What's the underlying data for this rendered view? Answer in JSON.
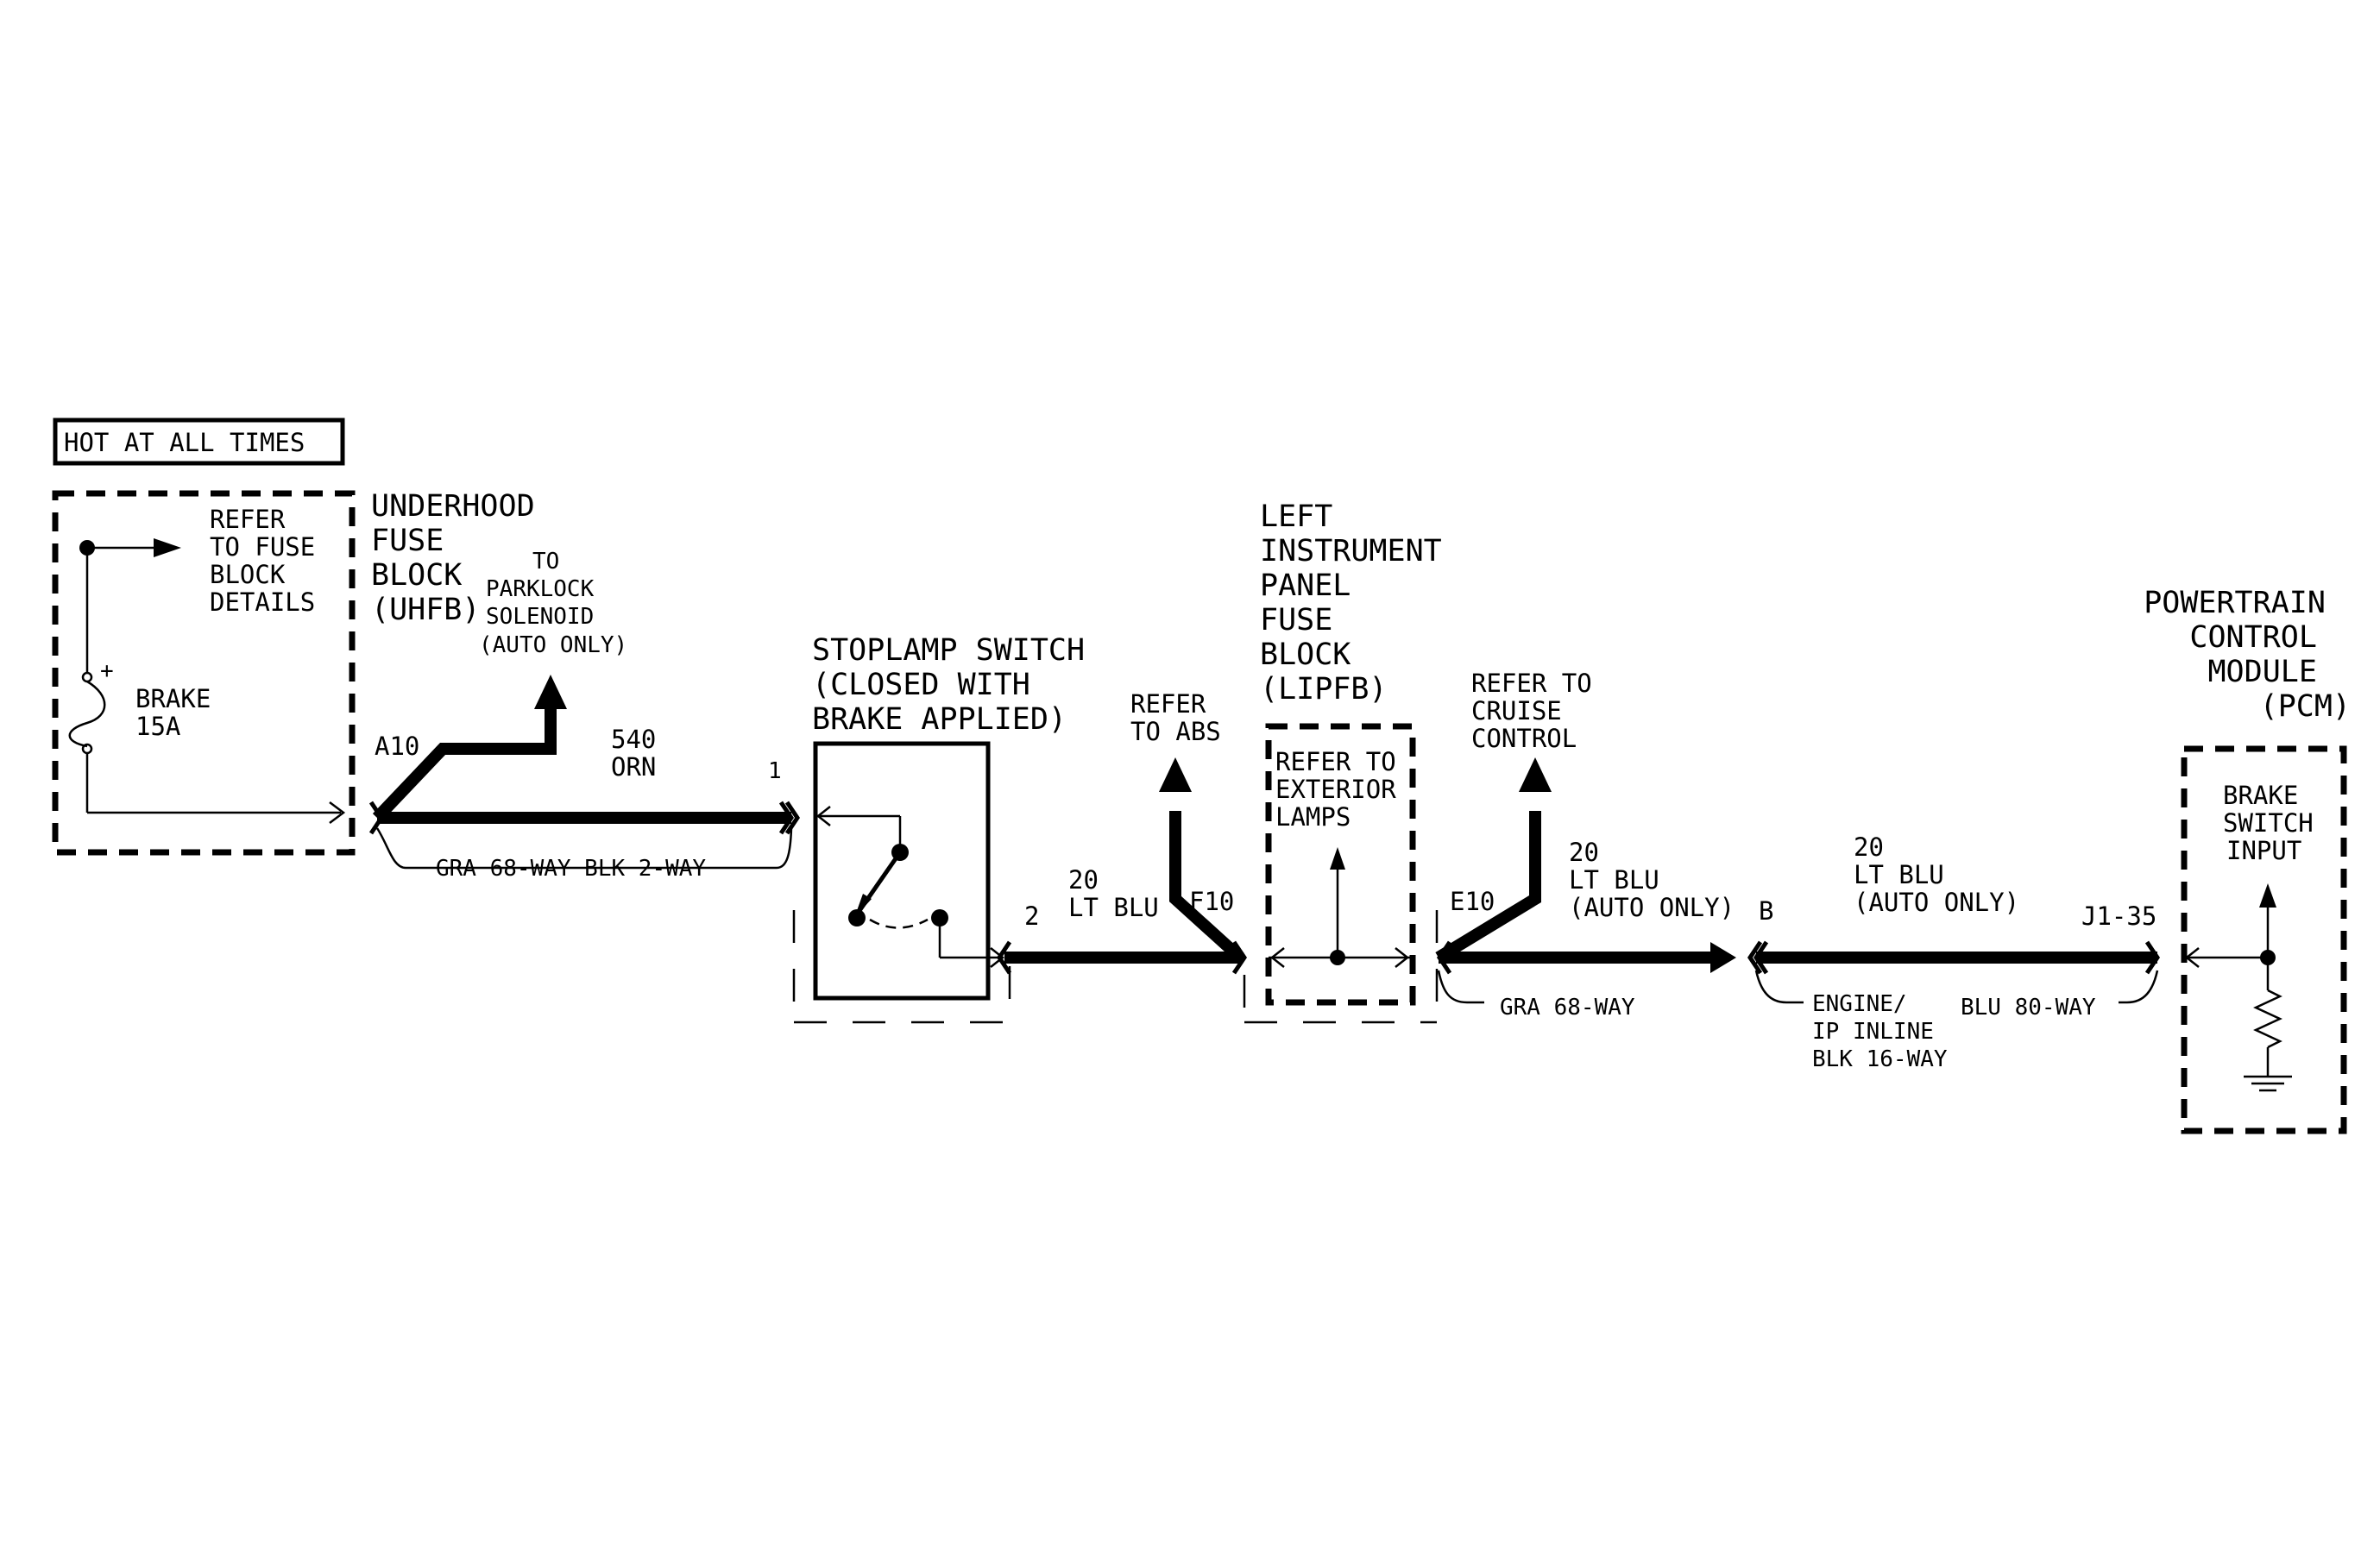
{
  "header": {
    "hot_label": "HOT AT ALL TIMES"
  },
  "uhfb": {
    "title_lines": [
      "UNDERHOOD",
      "FUSE",
      "BLOCK",
      "(UHFB)"
    ],
    "refer_lines": [
      "REFER",
      "TO FUSE",
      "BLOCK",
      "DETAILS"
    ],
    "fuse_name": "BRAKE",
    "fuse_rating": "15A",
    "fuse_polarity": "+",
    "terminal": "A10"
  },
  "parklock": {
    "lines": [
      "TO",
      "PARKLOCK",
      "SOLENOID",
      "(AUTO ONLY)"
    ]
  },
  "wire_540": {
    "circuit": "540",
    "color": "ORN"
  },
  "connector_1": {
    "label": "GRA 68-WAY BLK 2-WAY"
  },
  "stoplamp": {
    "title_lines": [
      "STOPLAMP SWITCH",
      "(CLOSED WITH",
      "BRAKE APPLIED)"
    ],
    "pin_in": "1",
    "pin_out": "2"
  },
  "wire_20_a": {
    "circuit": "20",
    "color": "LT BLU"
  },
  "abs": {
    "lines": [
      "REFER",
      "TO ABS"
    ]
  },
  "lipfb": {
    "title_lines": [
      "LEFT",
      "INSTRUMENT",
      "PANEL",
      "FUSE",
      "BLOCK",
      "(LIPFB)"
    ],
    "refer_lines": [
      "REFER TO",
      "EXTERIOR",
      "LAMPS"
    ],
    "pin_in": "F10",
    "pin_out": "E10"
  },
  "cruise": {
    "lines": [
      "REFER TO",
      "CRUISE",
      "CONTROL"
    ]
  },
  "connector_2": {
    "label": "GRA 68-WAY"
  },
  "wire_20_b": {
    "circuit": "20",
    "color": "LT BLU",
    "note": "(AUTO ONLY)",
    "pin": "B"
  },
  "wire_20_c": {
    "circuit": "20",
    "color": "LT BLU",
    "note": "(AUTO ONLY)"
  },
  "inline": {
    "lines": [
      "ENGINE/",
      "IP INLINE",
      "BLK 16-WAY"
    ],
    "pcm_conn": "BLU 80-WAY"
  },
  "pcm": {
    "title_lines": [
      "POWERTRAIN",
      "CONTROL",
      "MODULE",
      "(PCM)"
    ],
    "pin": "J1-35",
    "input_lines": [
      "BRAKE",
      "SWITCH",
      "INPUT"
    ]
  },
  "colors": {
    "ink": "#000000",
    "paper": "#ffffff"
  }
}
